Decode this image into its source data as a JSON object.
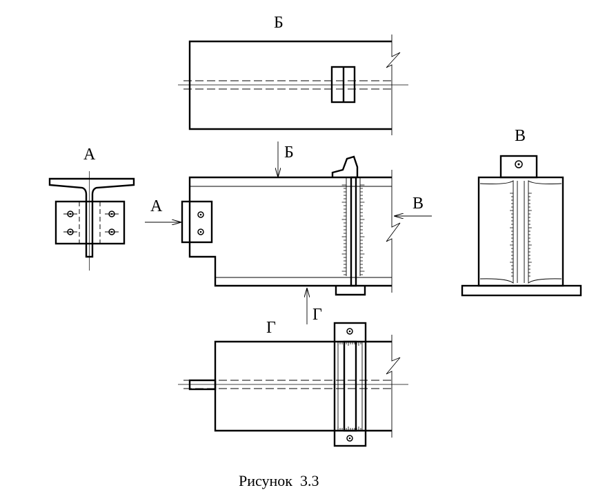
{
  "labels": {
    "view_a": "А",
    "view_b": "Б",
    "view_v": "В",
    "view_g": "Г"
  },
  "caption": "Рисунок  3.3"
}
